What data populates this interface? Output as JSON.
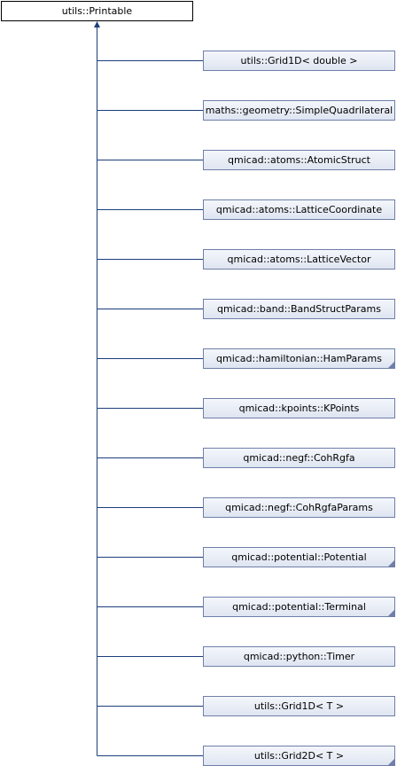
{
  "diagram": {
    "root": {
      "label": "utils::Printable"
    },
    "children": [
      {
        "label": "utils::Grid1D< double >",
        "truncated": false
      },
      {
        "label": "maths::geometry::SimpleQuadrilateral",
        "truncated": false
      },
      {
        "label": "qmicad::atoms::AtomicStruct",
        "truncated": false
      },
      {
        "label": "qmicad::atoms::LatticeCoordinate",
        "truncated": false
      },
      {
        "label": "qmicad::atoms::LatticeVector",
        "truncated": false
      },
      {
        "label": "qmicad::band::BandStructParams",
        "truncated": false
      },
      {
        "label": "qmicad::hamiltonian::HamParams",
        "truncated": true
      },
      {
        "label": "qmicad::kpoints::KPoints",
        "truncated": false
      },
      {
        "label": "qmicad::negf::CohRgfa",
        "truncated": false
      },
      {
        "label": "qmicad::negf::CohRgfaParams",
        "truncated": false
      },
      {
        "label": "qmicad::potential::Potential",
        "truncated": true
      },
      {
        "label": "qmicad::potential::Terminal",
        "truncated": true
      },
      {
        "label": "qmicad::python::Timer",
        "truncated": false
      },
      {
        "label": "utils::Grid1D< T >",
        "truncated": false
      },
      {
        "label": "utils::Grid2D< T >",
        "truncated": true
      }
    ],
    "colors": {
      "node_border": "#6f7fa9",
      "connector": "#1c3e7a",
      "root_border": "#000000"
    }
  }
}
